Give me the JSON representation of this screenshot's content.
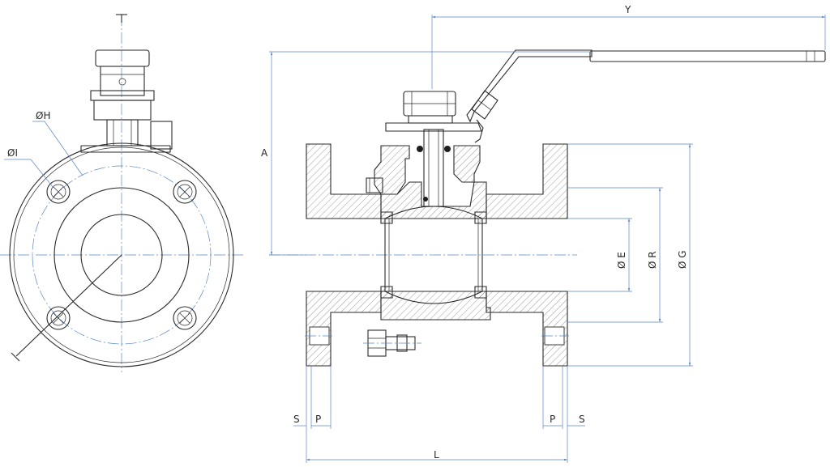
{
  "dimensions": {
    "Y": "Y",
    "A": "A",
    "L": "L",
    "S_left": "S",
    "P_left": "P",
    "P_right": "P",
    "S_right": "S",
    "E": "Ø E",
    "R": "Ø R",
    "G": "Ø G",
    "H": "ØH",
    "I": "ØI"
  }
}
